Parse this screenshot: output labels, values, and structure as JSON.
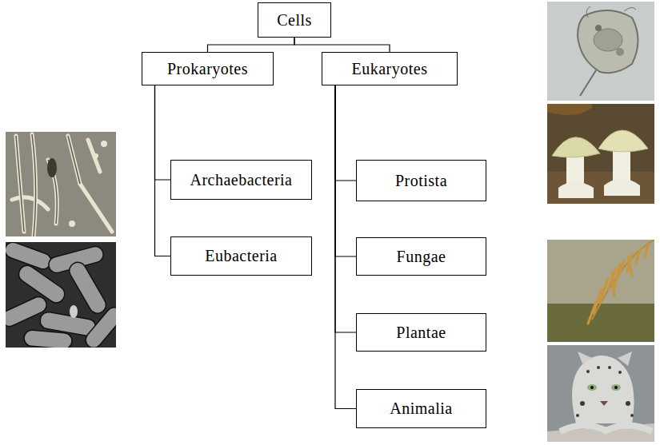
{
  "diagram": {
    "nodes": [
      {
        "text": [
          "Cells"
        ]
      },
      {
        "text": [
          "Prokaryotes"
        ]
      },
      {
        "text": [
          "Eukaryotes"
        ]
      },
      {
        "text": [
          "Archaebacteria"
        ]
      },
      {
        "text": [
          "Eubacteria"
        ]
      },
      {
        "text": [
          "Protista"
        ]
      },
      {
        "text": [
          "Fungae"
        ]
      },
      {
        "text": [
          "Plantae"
        ]
      },
      {
        "text": [
          "Animalia"
        ]
      }
    ],
    "edges": [
      {
        "from": 0,
        "to": 1,
        "arrow": "none"
      },
      {
        "from": 0,
        "to": 2,
        "arrow": "none"
      },
      {
        "from": 1,
        "to": 3,
        "arrow": "none"
      },
      {
        "from": 1,
        "to": 4,
        "arrow": "none"
      },
      {
        "from": 2,
        "to": 5,
        "arrow": "none"
      },
      {
        "from": 2,
        "to": 6,
        "arrow": "none"
      },
      {
        "from": 2,
        "to": 7,
        "arrow": "none"
      },
      {
        "from": 2,
        "to": 8,
        "arrow": "none"
      }
    ]
  }
}
